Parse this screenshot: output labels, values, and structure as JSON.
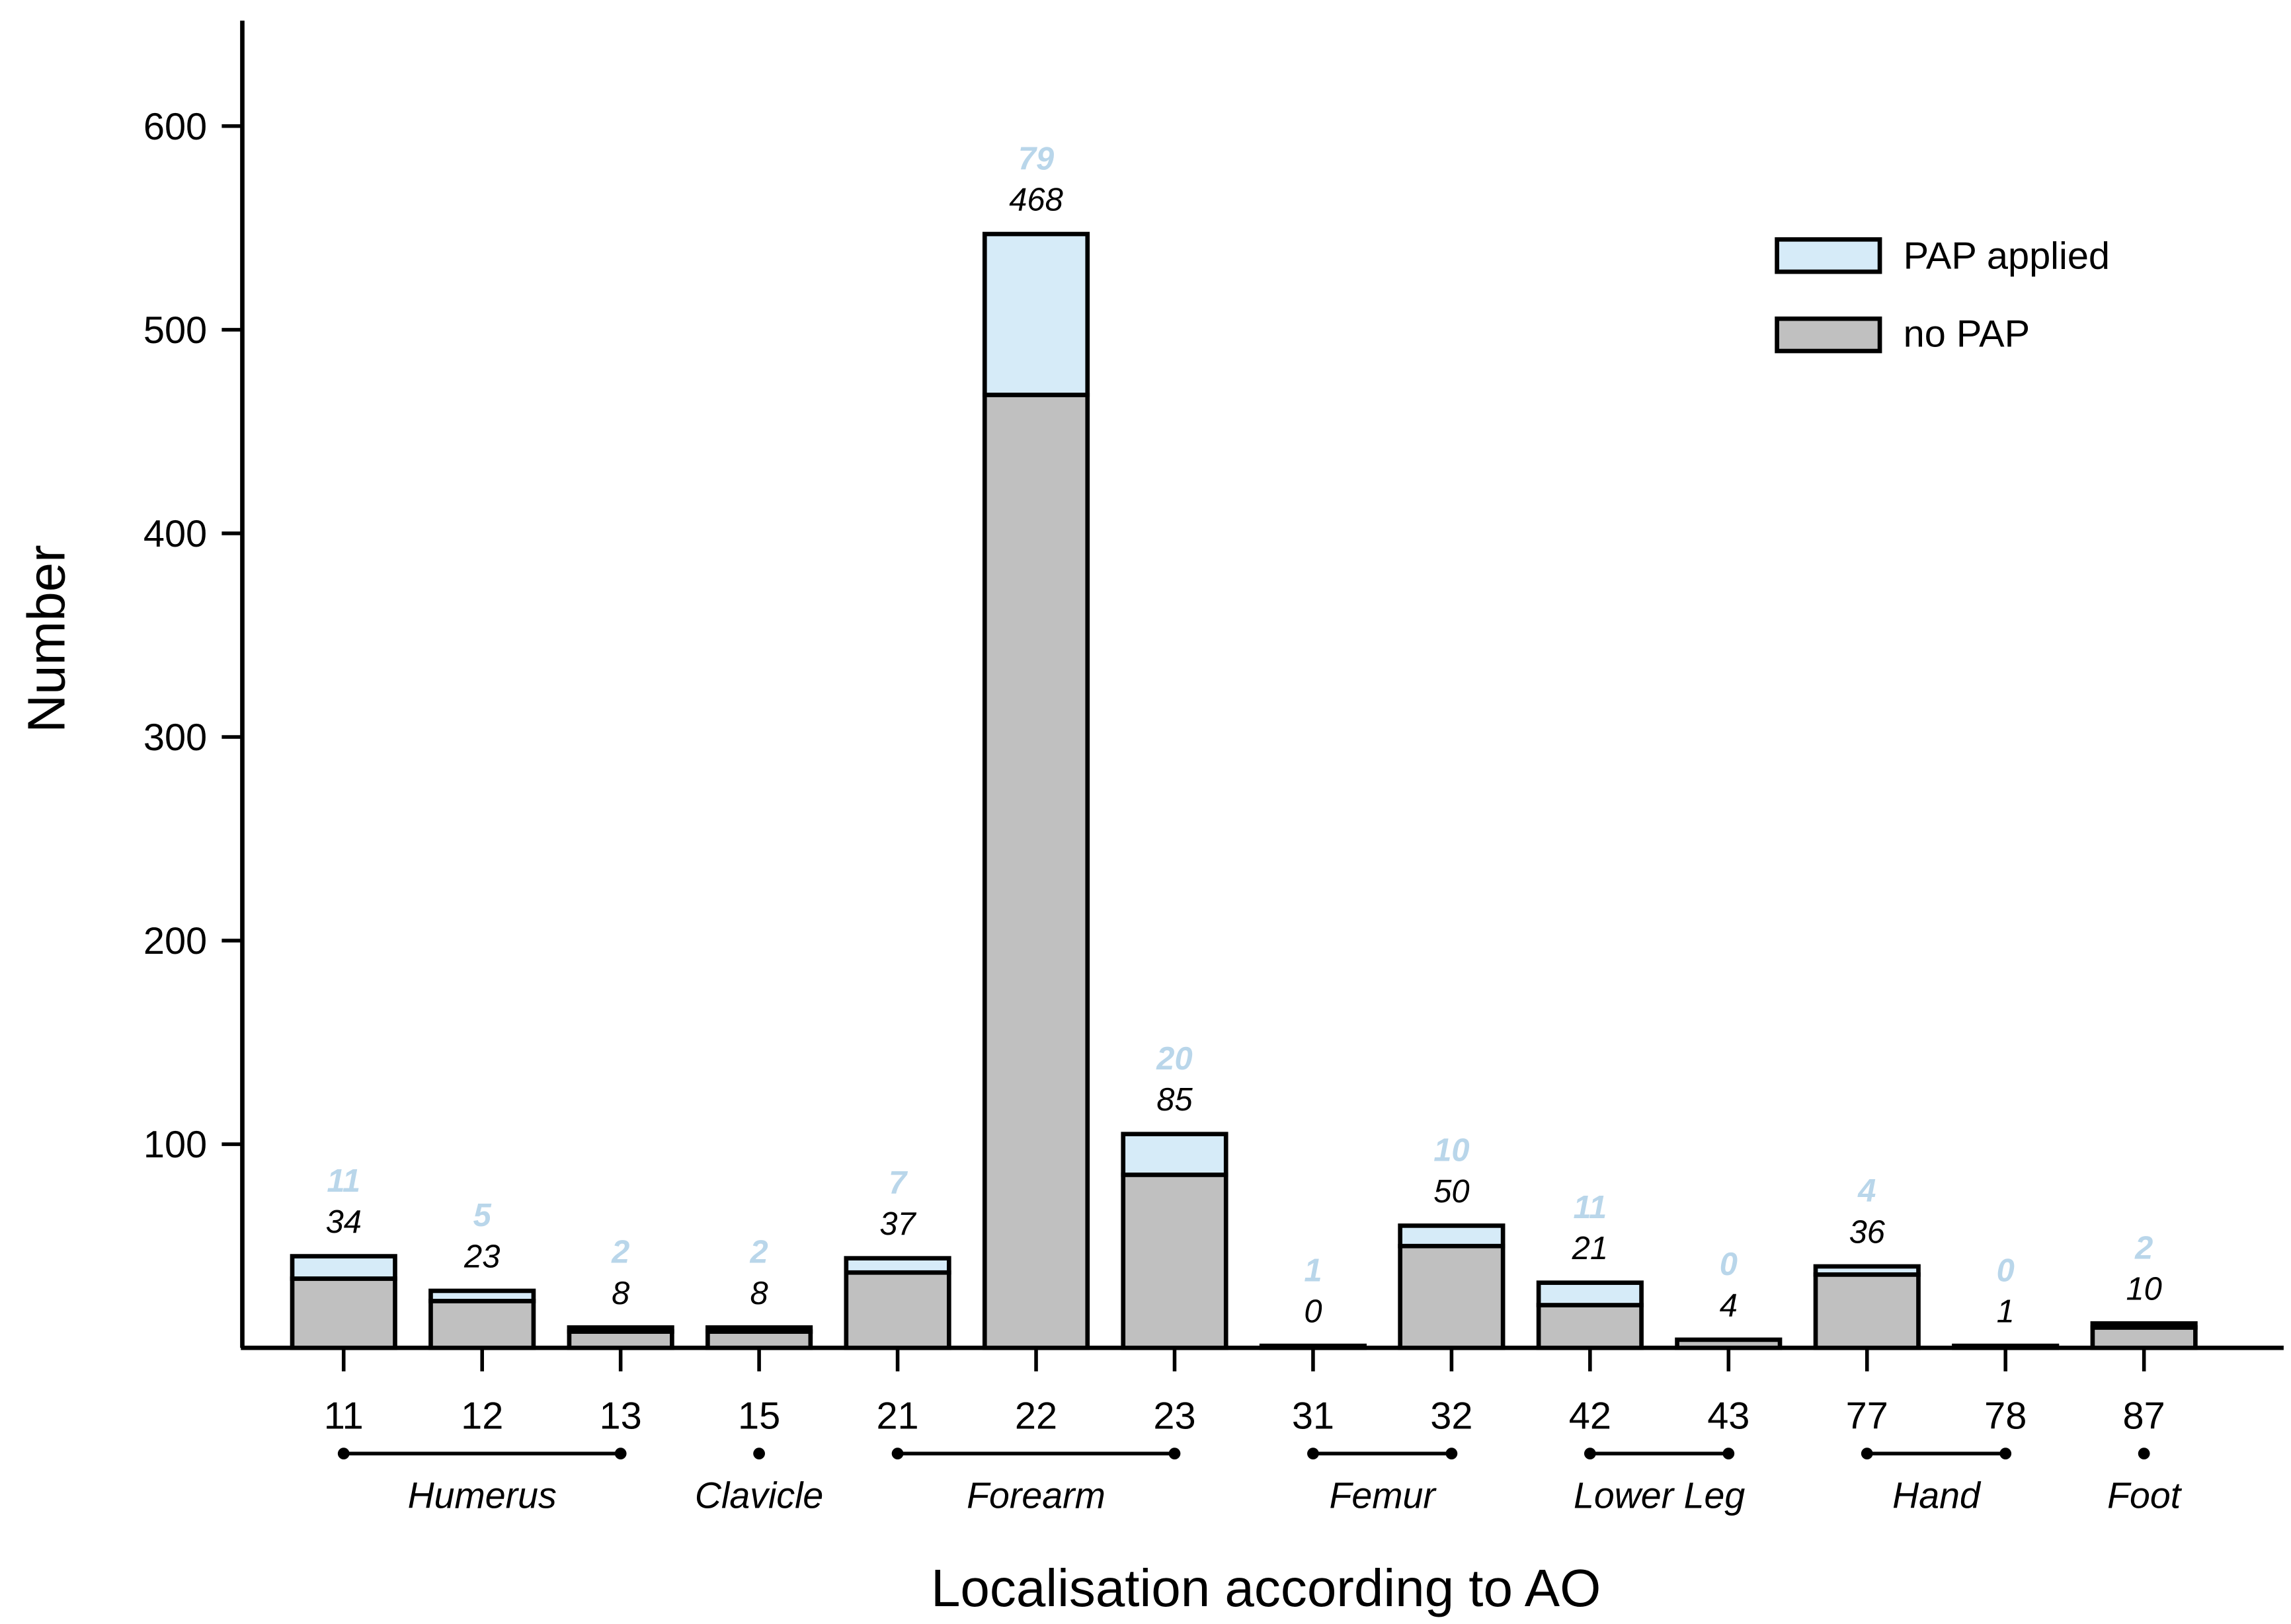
{
  "chart_data": {
    "type": "bar",
    "stacked": true,
    "xlabel": "Localisation according to AO",
    "ylabel": "Number",
    "ylim": [
      0,
      650
    ],
    "yticks": [
      100,
      200,
      300,
      400,
      500,
      600
    ],
    "grid": false,
    "legend_placement": "top-right",
    "categories": [
      "11",
      "12",
      "13",
      "15",
      "21",
      "22",
      "23",
      "31",
      "32",
      "42",
      "43",
      "77",
      "78",
      "87"
    ],
    "series": [
      {
        "name": "no PAP",
        "color": "#c0c0c0",
        "label_color": "#000000",
        "values": [
          34,
          23,
          8,
          8,
          37,
          468,
          85,
          0,
          50,
          21,
          4,
          36,
          1,
          10
        ]
      },
      {
        "name": "PAP applied",
        "color": "#d6ebf8",
        "label_color": "#b9d6ea",
        "values": [
          11,
          5,
          2,
          2,
          7,
          79,
          20,
          1,
          10,
          11,
          0,
          4,
          0,
          2
        ]
      }
    ],
    "groups": [
      {
        "label": "Humerus",
        "categories": [
          "11",
          "12",
          "13"
        ]
      },
      {
        "label": "Clavicle",
        "categories": [
          "15"
        ]
      },
      {
        "label": "Forearm",
        "categories": [
          "21",
          "22",
          "23"
        ]
      },
      {
        "label": "Femur",
        "categories": [
          "31",
          "32"
        ]
      },
      {
        "label": "Lower Leg",
        "categories": [
          "42",
          "43"
        ]
      },
      {
        "label": "Hand",
        "categories": [
          "77",
          "78"
        ]
      },
      {
        "label": "Foot",
        "categories": [
          "87"
        ]
      }
    ],
    "legend": [
      "PAP applied",
      "no PAP"
    ]
  }
}
